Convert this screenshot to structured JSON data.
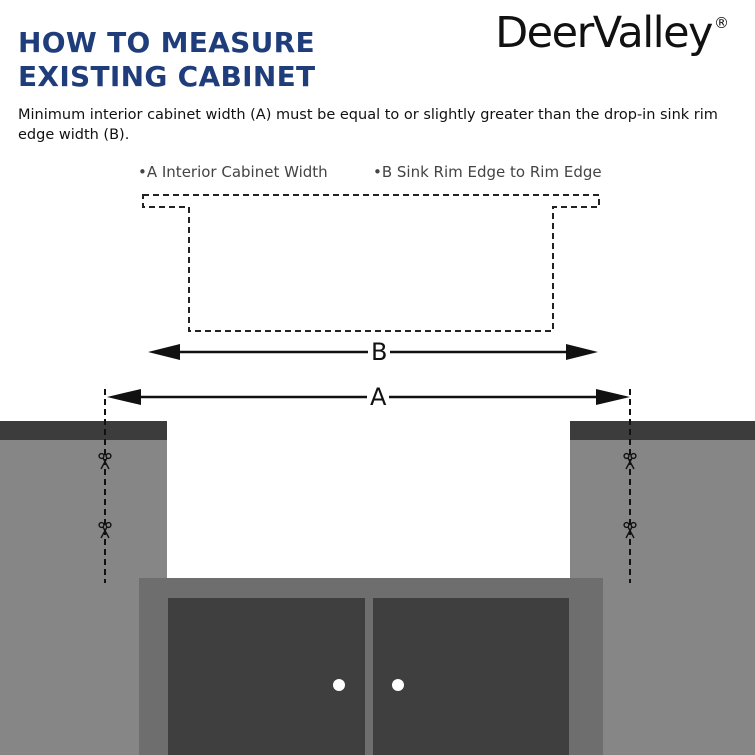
{
  "header": {
    "title": "HOW TO MEASURE\nEXISTING CABINET",
    "brand": "DeerValley",
    "brand_mark": "®"
  },
  "intro": "Minimum interior cabinet width (A) must be equal to or slightly greater than the drop-in sink rim edge width (B).",
  "legend": {
    "a": "•A  Interior Cabinet Width",
    "b": "•B  Sink Rim Edge to Rim Edge"
  },
  "dimensions": {
    "b_label": "B",
    "a_label": "A"
  },
  "icons": {
    "cut_marks": "scissors-icon"
  },
  "colors": {
    "title": "#1f3d7a",
    "counter_top": "#3c3c3c",
    "counter_body": "#868686",
    "cabinet_frame": "#6e6e6e",
    "cabinet_door": "#3f3f3f",
    "knob": "#ffffff"
  }
}
